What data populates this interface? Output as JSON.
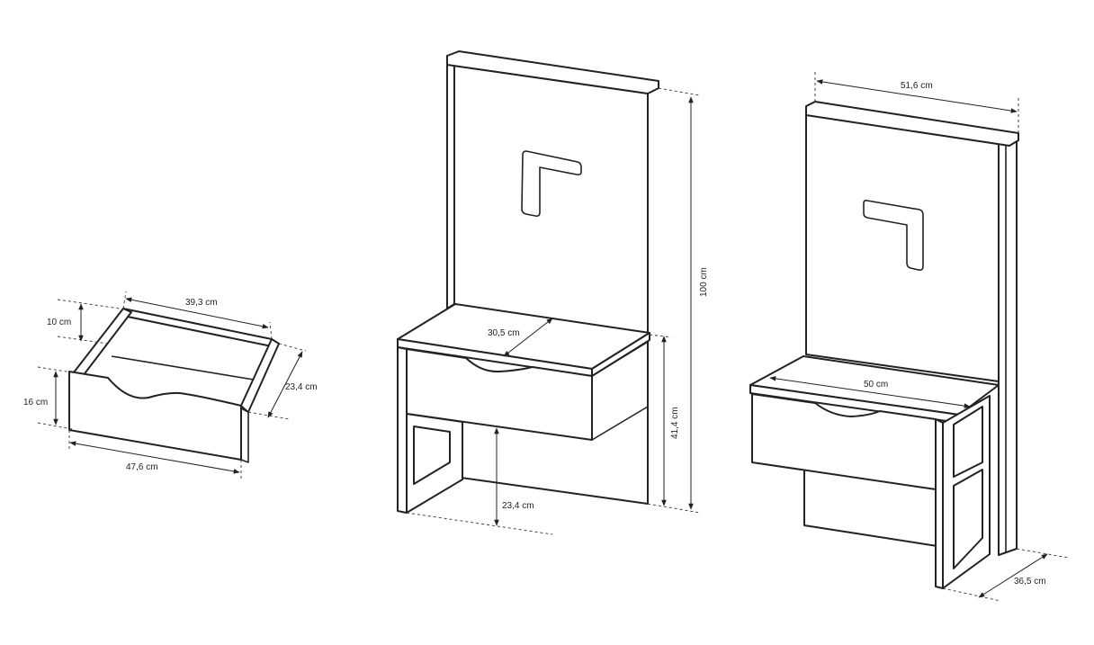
{
  "colors": {
    "line": "#222222",
    "background": "#ffffff"
  },
  "drawer": {
    "width_label": "39,3 cm",
    "height_label": "10 cm",
    "front_height_label": "16 cm",
    "depth_label": "23,4 cm",
    "front_width_label": "47,6 cm"
  },
  "unit_front": {
    "depth_label": "30,5 cm",
    "total_height_label": "100 cm",
    "table_height_label": "41,4 cm",
    "clearance_label": "23,4 cm"
  },
  "unit_side": {
    "top_width_label": "51,6 cm",
    "table_width_label": "50 cm",
    "depth_label": "36,5 cm"
  }
}
